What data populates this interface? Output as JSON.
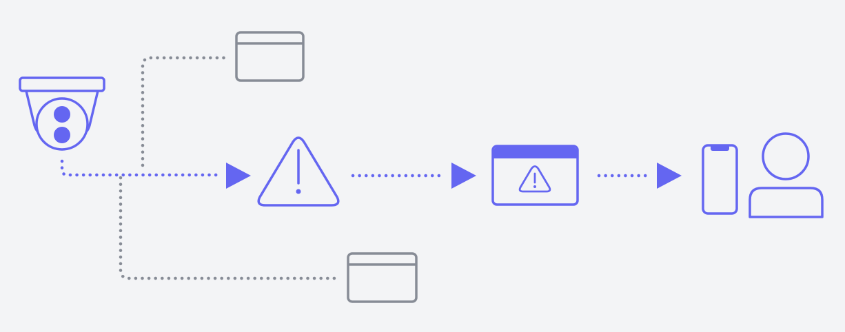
{
  "diagram": {
    "background": "#f3f4f6",
    "colors": {
      "primary": "#6466f1",
      "neutral": "#878c96"
    },
    "nodes": [
      {
        "id": "camera",
        "icon": "dome-camera-icon"
      },
      {
        "id": "window-top",
        "icon": "browser-window-icon"
      },
      {
        "id": "window-bottom",
        "icon": "browser-window-icon"
      },
      {
        "id": "alert",
        "icon": "warning-triangle-icon"
      },
      {
        "id": "alert-window",
        "icon": "alert-window-icon"
      },
      {
        "id": "phone",
        "icon": "smartphone-icon"
      },
      {
        "id": "user",
        "icon": "user-icon"
      }
    ],
    "connectors": [
      {
        "from": "camera",
        "to": "window-top",
        "style": "dotted",
        "color": "neutral",
        "arrow": false
      },
      {
        "from": "camera",
        "to": "window-bottom",
        "style": "dotted",
        "color": "neutral",
        "arrow": false
      },
      {
        "from": "camera",
        "to": "alert",
        "style": "dotted",
        "color": "primary",
        "arrow": true
      },
      {
        "from": "alert",
        "to": "alert-window",
        "style": "dotted",
        "color": "primary",
        "arrow": true
      },
      {
        "from": "alert-window",
        "to": "phone",
        "style": "dotted",
        "color": "primary",
        "arrow": true
      }
    ]
  }
}
